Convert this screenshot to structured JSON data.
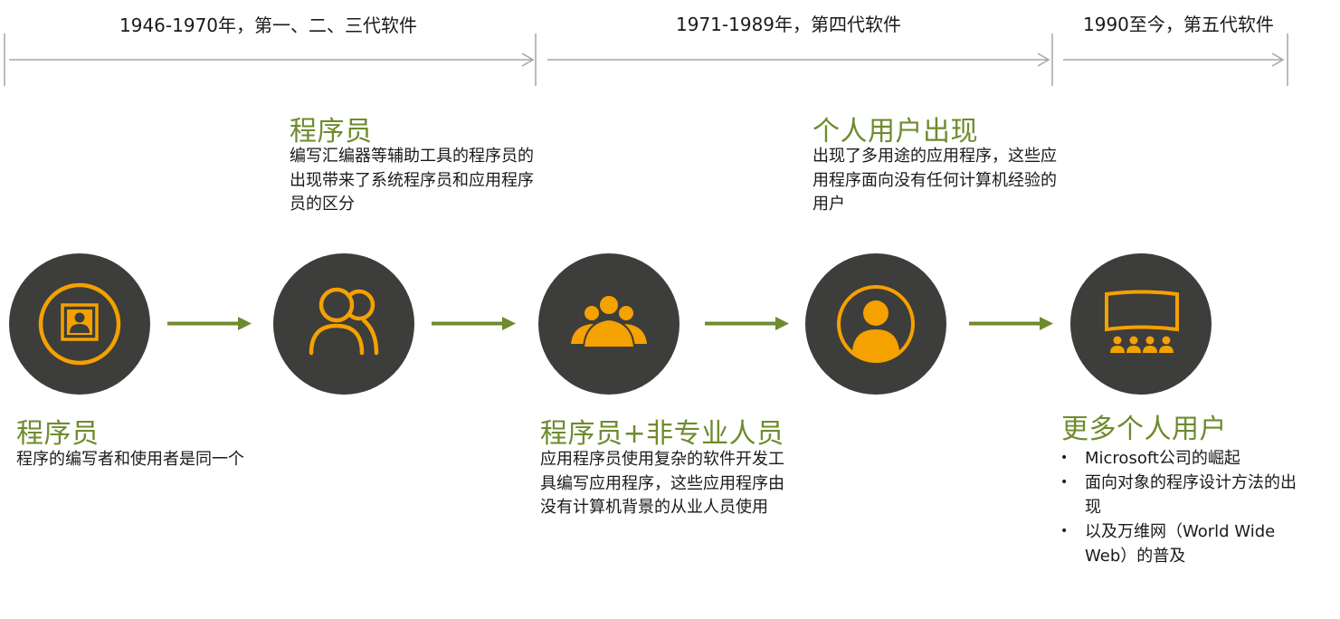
{
  "eras": [
    {
      "label": "1946-1970年，第一、二、三代软件"
    },
    {
      "label": "1971-1989年，第四代软件"
    },
    {
      "label": "1990至今，第五代软件"
    }
  ],
  "stages": [
    {
      "title": "程序员",
      "desc": "程序的编写者和使用者是同一个",
      "icon": "portrait-frame-icon"
    },
    {
      "title": "程序员",
      "desc": "编写汇编器等辅助工具的程序员的出现带来了系统程序员和应用程序员的区分",
      "icon": "two-users-icon"
    },
    {
      "title": "程序员+非专业人员",
      "desc": "应用程序员使用复杂的软件开发工具编写应用程序，这些应用程序由没有计算机背景的从业人员使用",
      "icon": "user-group-icon"
    },
    {
      "title": "个人用户出现",
      "desc": "出现了多用途的应用程序，这些应用程序面向没有任何计算机经验的用户",
      "icon": "user-icon"
    },
    {
      "title": "更多个人用户",
      "bullets": [
        "Microsoft公司的崛起",
        "面向对象的程序设计方法的出现",
        "以及万维网（World Wide Web）的普及"
      ],
      "icon": "presentation-screen-icon"
    }
  ],
  "colors": {
    "accent_green": "#6e8b2e",
    "icon_orange": "#f5a100",
    "circle_fill": "#3d3d3b",
    "timeline_gray": "#a6a6a6"
  }
}
